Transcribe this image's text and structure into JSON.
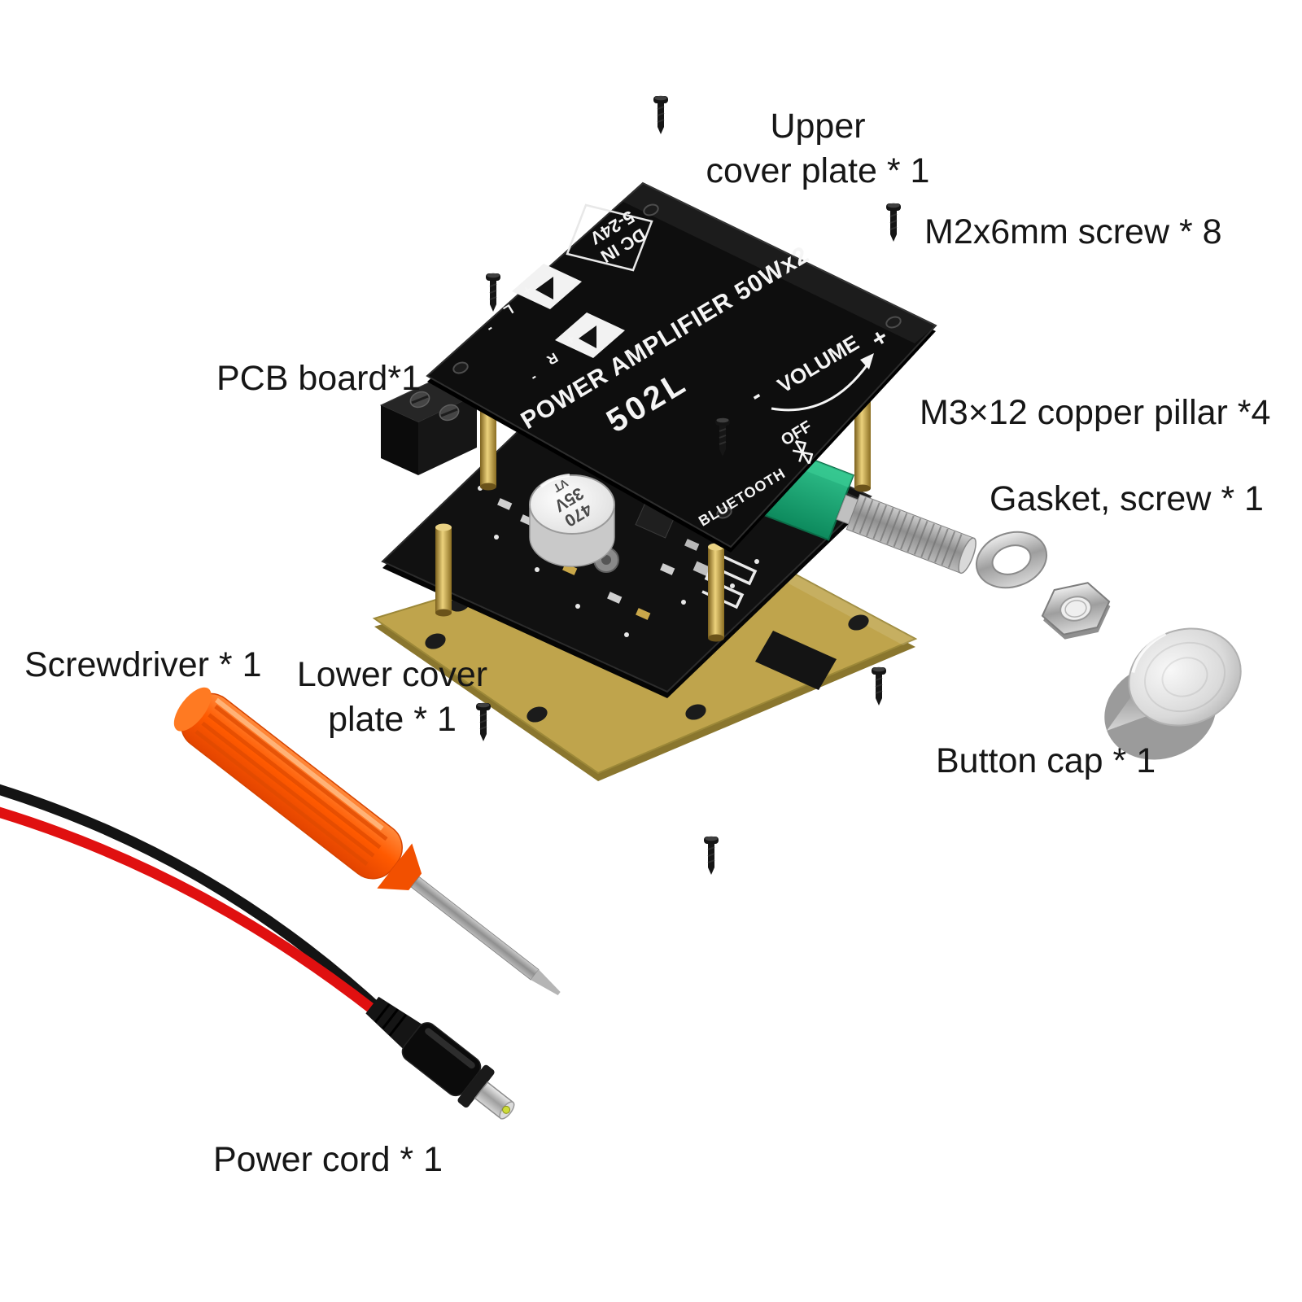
{
  "labels": {
    "upper_cover_line1": "Upper",
    "upper_cover_line2": "cover plate * 1",
    "m2_screw": "M2x6mm screw * 8",
    "pcb_board": "PCB board*1",
    "copper_pillar": "M3×12 copper pillar *4",
    "gasket_screw": "Gasket, screw * 1",
    "screwdriver": "Screwdriver * 1",
    "lower_cover_line1": "Lower cover",
    "lower_cover_line2": "plate * 1",
    "button_cap": "Button cap * 1",
    "power_cord": "Power cord * 1"
  },
  "board": {
    "title": "POWER AMPLIFIER 50Wx2",
    "model": "502L",
    "volume": "VOLUME",
    "plus": "+",
    "minus": "-",
    "off": "OFF",
    "bluetooth": "BLUETOOTH",
    "dc_in": "DC IN",
    "dc_range": "5-24V",
    "terminal_plus": "+",
    "terminal_minus": "-",
    "terminal_l": "L",
    "terminal_r": "R"
  },
  "capacitor": {
    "value": "470",
    "voltage": "35V",
    "code": "VT"
  },
  "colors": {
    "background": "#ffffff",
    "plate_black": "#0e0e0e",
    "lower_plate_gold": "#bfa44c",
    "copper_pillar": "#d8b85a",
    "screwdriver_orange": "#ff5a00",
    "wire_red": "#e01010",
    "wire_black": "#141414",
    "pot_green": "#19a06b",
    "label_text": "#161616"
  }
}
